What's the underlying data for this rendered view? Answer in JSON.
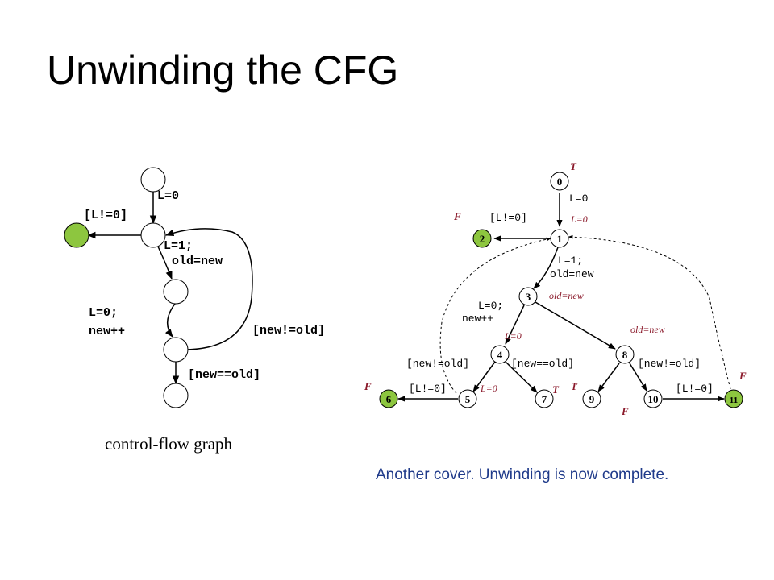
{
  "title": "Unwinding the CFG",
  "cfg": {
    "caption": "control-flow graph",
    "labels": {
      "l0": "L=0",
      "lne0": "[L!=0]",
      "l1": "L=1;",
      "oldnew": "old=new",
      "l0b": "L=0;",
      "newpp": "new++",
      "newneold": "[new!=old]",
      "neweqold": "[new==old]"
    }
  },
  "art": {
    "nodes": [
      "0",
      "1",
      "2",
      "3",
      "4",
      "5",
      "6",
      "7",
      "8",
      "9",
      "10",
      "11"
    ],
    "labels": {
      "l0": "L=0",
      "lne0_top": "[L!=0]",
      "l1": "L=1;",
      "oldnew": "old=new",
      "l0b": "L=0;",
      "newpp": "new++",
      "newneold_left": "[new!=old]",
      "neweqold": "[new==old]",
      "newneold_right": "[new!=old]",
      "lne0_left": "[L!=0]",
      "lne0_right": "[L!=0]"
    },
    "annotations": {
      "t_top": "T",
      "f_2": "F",
      "l0_n1": "L=0",
      "oldnew_n3": "old=new",
      "oldnew_n8": "old=new",
      "l0_n4": "L=0",
      "f_6": "F",
      "l0_n5": "L=0",
      "t_7": "T",
      "t_9": "T",
      "f_10": "F",
      "f_11": "F"
    }
  },
  "footer": "Another cover. Unwinding is now complete.",
  "colors": {
    "leaf_green": "#8dc63f",
    "annotation": "#8b1a2b",
    "footer_blue": "#1f3a8a"
  }
}
